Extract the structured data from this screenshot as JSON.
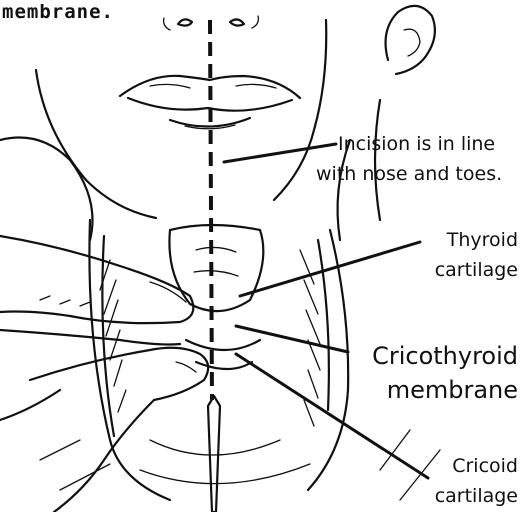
{
  "caption_fragment": "membrane.",
  "labels": {
    "incision_line1": "Incision is in line",
    "incision_line2": "with nose and toes.",
    "thyroid_line1": "Thyroid",
    "thyroid_line2": "cartilage",
    "cricothyroid_line1": "Cricothyroid",
    "cricothyroid_line2": "membrane",
    "cricoid_line1": "Cricoid",
    "cricoid_line2": "cartilage"
  }
}
